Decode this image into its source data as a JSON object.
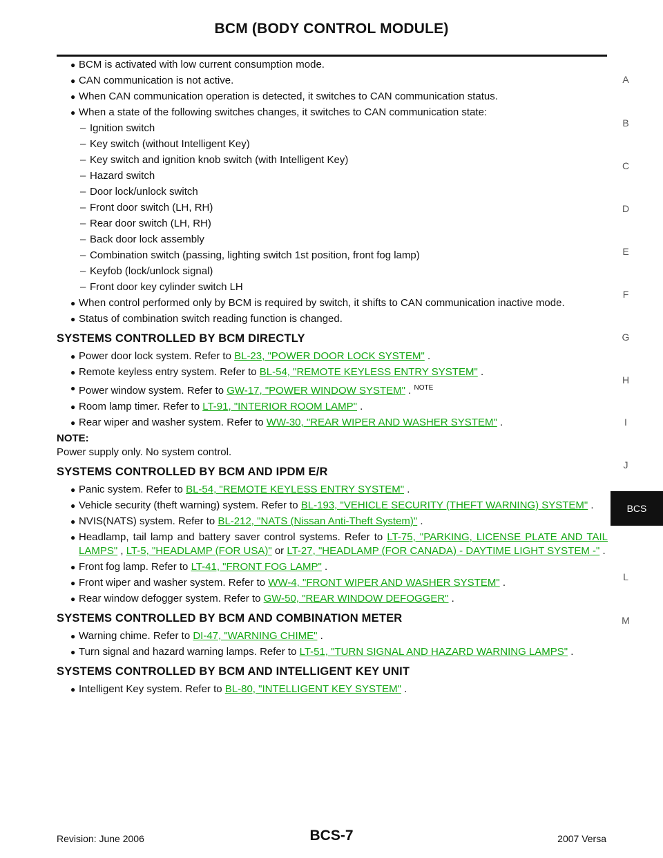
{
  "header": {
    "title": "BCM (BODY CONTROL MODULE)"
  },
  "sidebar": {
    "letters": [
      "A",
      "B",
      "C",
      "D",
      "E",
      "F",
      "G",
      "H",
      "I",
      "J",
      "L",
      "M"
    ],
    "active": "BCS"
  },
  "intro_bullets": [
    {
      "type": "bullet",
      "text": "BCM is activated with low current consumption mode."
    },
    {
      "type": "bullet",
      "text": "CAN communication is not active."
    },
    {
      "type": "bullet",
      "text": "When CAN communication operation is detected, it switches to CAN communication status."
    },
    {
      "type": "bullet",
      "text": "When a state of the following switches changes, it switches to CAN communication state:"
    },
    {
      "type": "dash",
      "text": "Ignition switch"
    },
    {
      "type": "dash",
      "text": "Key switch (without Intelligent Key)"
    },
    {
      "type": "dash",
      "text": "Key switch and ignition knob switch (with Intelligent Key)"
    },
    {
      "type": "dash",
      "text": "Hazard switch"
    },
    {
      "type": "dash",
      "text": "Door lock/unlock switch"
    },
    {
      "type": "dash",
      "text": "Front door switch (LH, RH)"
    },
    {
      "type": "dash",
      "text": "Rear door switch (LH, RH)"
    },
    {
      "type": "dash",
      "text": "Back door lock assembly"
    },
    {
      "type": "dash",
      "text": "Combination switch (passing, lighting switch 1st position, front fog lamp)"
    },
    {
      "type": "dash",
      "text": "Keyfob (lock/unlock signal)"
    },
    {
      "type": "dash",
      "text": "Front door key cylinder switch LH"
    },
    {
      "type": "bullet",
      "text": "When control performed only by BCM is required by switch, it shifts to CAN communication inactive mode."
    },
    {
      "type": "bullet",
      "text": "Status of combination switch reading function is changed."
    }
  ],
  "sections": [
    {
      "heading": "SYSTEMS CONTROLLED BY BCM DIRECTLY",
      "items": [
        {
          "pre": "Power door lock system. Refer to ",
          "links": [
            "BL-23, \"POWER DOOR LOCK SYSTEM\""
          ],
          "post": " ."
        },
        {
          "pre": "Remote keyless entry system. Refer to ",
          "links": [
            "BL-54, \"REMOTE KEYLESS ENTRY SYSTEM\""
          ],
          "post": " ."
        },
        {
          "pre": "Power window system. Refer to ",
          "links": [
            "GW-17, \"POWER WINDOW SYSTEM\""
          ],
          "post": " . ",
          "sup": "NOTE"
        },
        {
          "pre": "Room lamp timer. Refer to ",
          "links": [
            "LT-91, \"INTERIOR ROOM LAMP\""
          ],
          "post": " ."
        },
        {
          "pre": "Rear wiper and washer system. Refer to ",
          "links": [
            "WW-30, \"REAR WIPER AND WASHER SYSTEM\""
          ],
          "post": " ."
        }
      ],
      "note_label": "NOTE:",
      "note_text": "Power supply only. No system control."
    },
    {
      "heading": "SYSTEMS CONTROLLED BY BCM AND IPDM E/R",
      "items": [
        {
          "pre": "Panic system. Refer to ",
          "links": [
            "BL-54, \"REMOTE KEYLESS ENTRY SYSTEM\""
          ],
          "post": " ."
        },
        {
          "pre": "Vehicle security (theft warning) system. Refer to ",
          "links": [
            "BL-193, \"VEHICLE SECURITY (THEFT WARNING) SYSTEM\""
          ],
          "post": " ."
        },
        {
          "pre": "NVIS(NATS) system. Refer to ",
          "links": [
            "BL-212, \"NATS (Nissan Anti-Theft System)\""
          ],
          "post": " ."
        },
        {
          "pre": "Headlamp, tail lamp and battery saver control systems. Refer to ",
          "links": [
            "LT-75, \"PARKING, LICENSE PLATE AND TAIL LAMPS\"",
            "LT-5, \"HEADLAMP (FOR USA)\"",
            "LT-27, \"HEADLAMP (FOR CANADA) - DAYTIME LIGHT SYSTEM -\""
          ],
          "seps": [
            " , ",
            "  or "
          ],
          "post": " ."
        },
        {
          "pre": "Front fog lamp. Refer to ",
          "links": [
            "LT-41, \"FRONT FOG LAMP\""
          ],
          "post": " ."
        },
        {
          "pre": "Front wiper and washer system. Refer to ",
          "links": [
            "WW-4, \"FRONT WIPER AND WASHER SYSTEM\""
          ],
          "post": " ."
        },
        {
          "pre": "Rear window defogger system. Refer to ",
          "links": [
            "GW-50, \"REAR WINDOW DEFOGGER\""
          ],
          "post": " ."
        }
      ]
    },
    {
      "heading": "SYSTEMS CONTROLLED BY BCM AND COMBINATION METER",
      "items": [
        {
          "pre": "Warning chime. Refer to ",
          "links": [
            "DI-47, \"WARNING CHIME\""
          ],
          "post": " ."
        },
        {
          "pre": "Turn signal and hazard warning lamps. Refer to ",
          "links": [
            "LT-51, \"TURN SIGNAL AND HAZARD WARNING LAMPS\""
          ],
          "post": " ."
        }
      ]
    },
    {
      "heading": "SYSTEMS CONTROLLED BY BCM AND INTELLIGENT KEY UNIT",
      "items": [
        {
          "pre": "Intelligent Key system. Refer to ",
          "links": [
            "BL-80, \"INTELLIGENT KEY SYSTEM\""
          ],
          "post": " ."
        }
      ]
    }
  ],
  "footer": {
    "revision": "Revision: June 2006",
    "page": "BCS-7",
    "model": "2007 Versa"
  },
  "colors": {
    "link": "#14a614",
    "active_tab_bg": "#111111"
  }
}
